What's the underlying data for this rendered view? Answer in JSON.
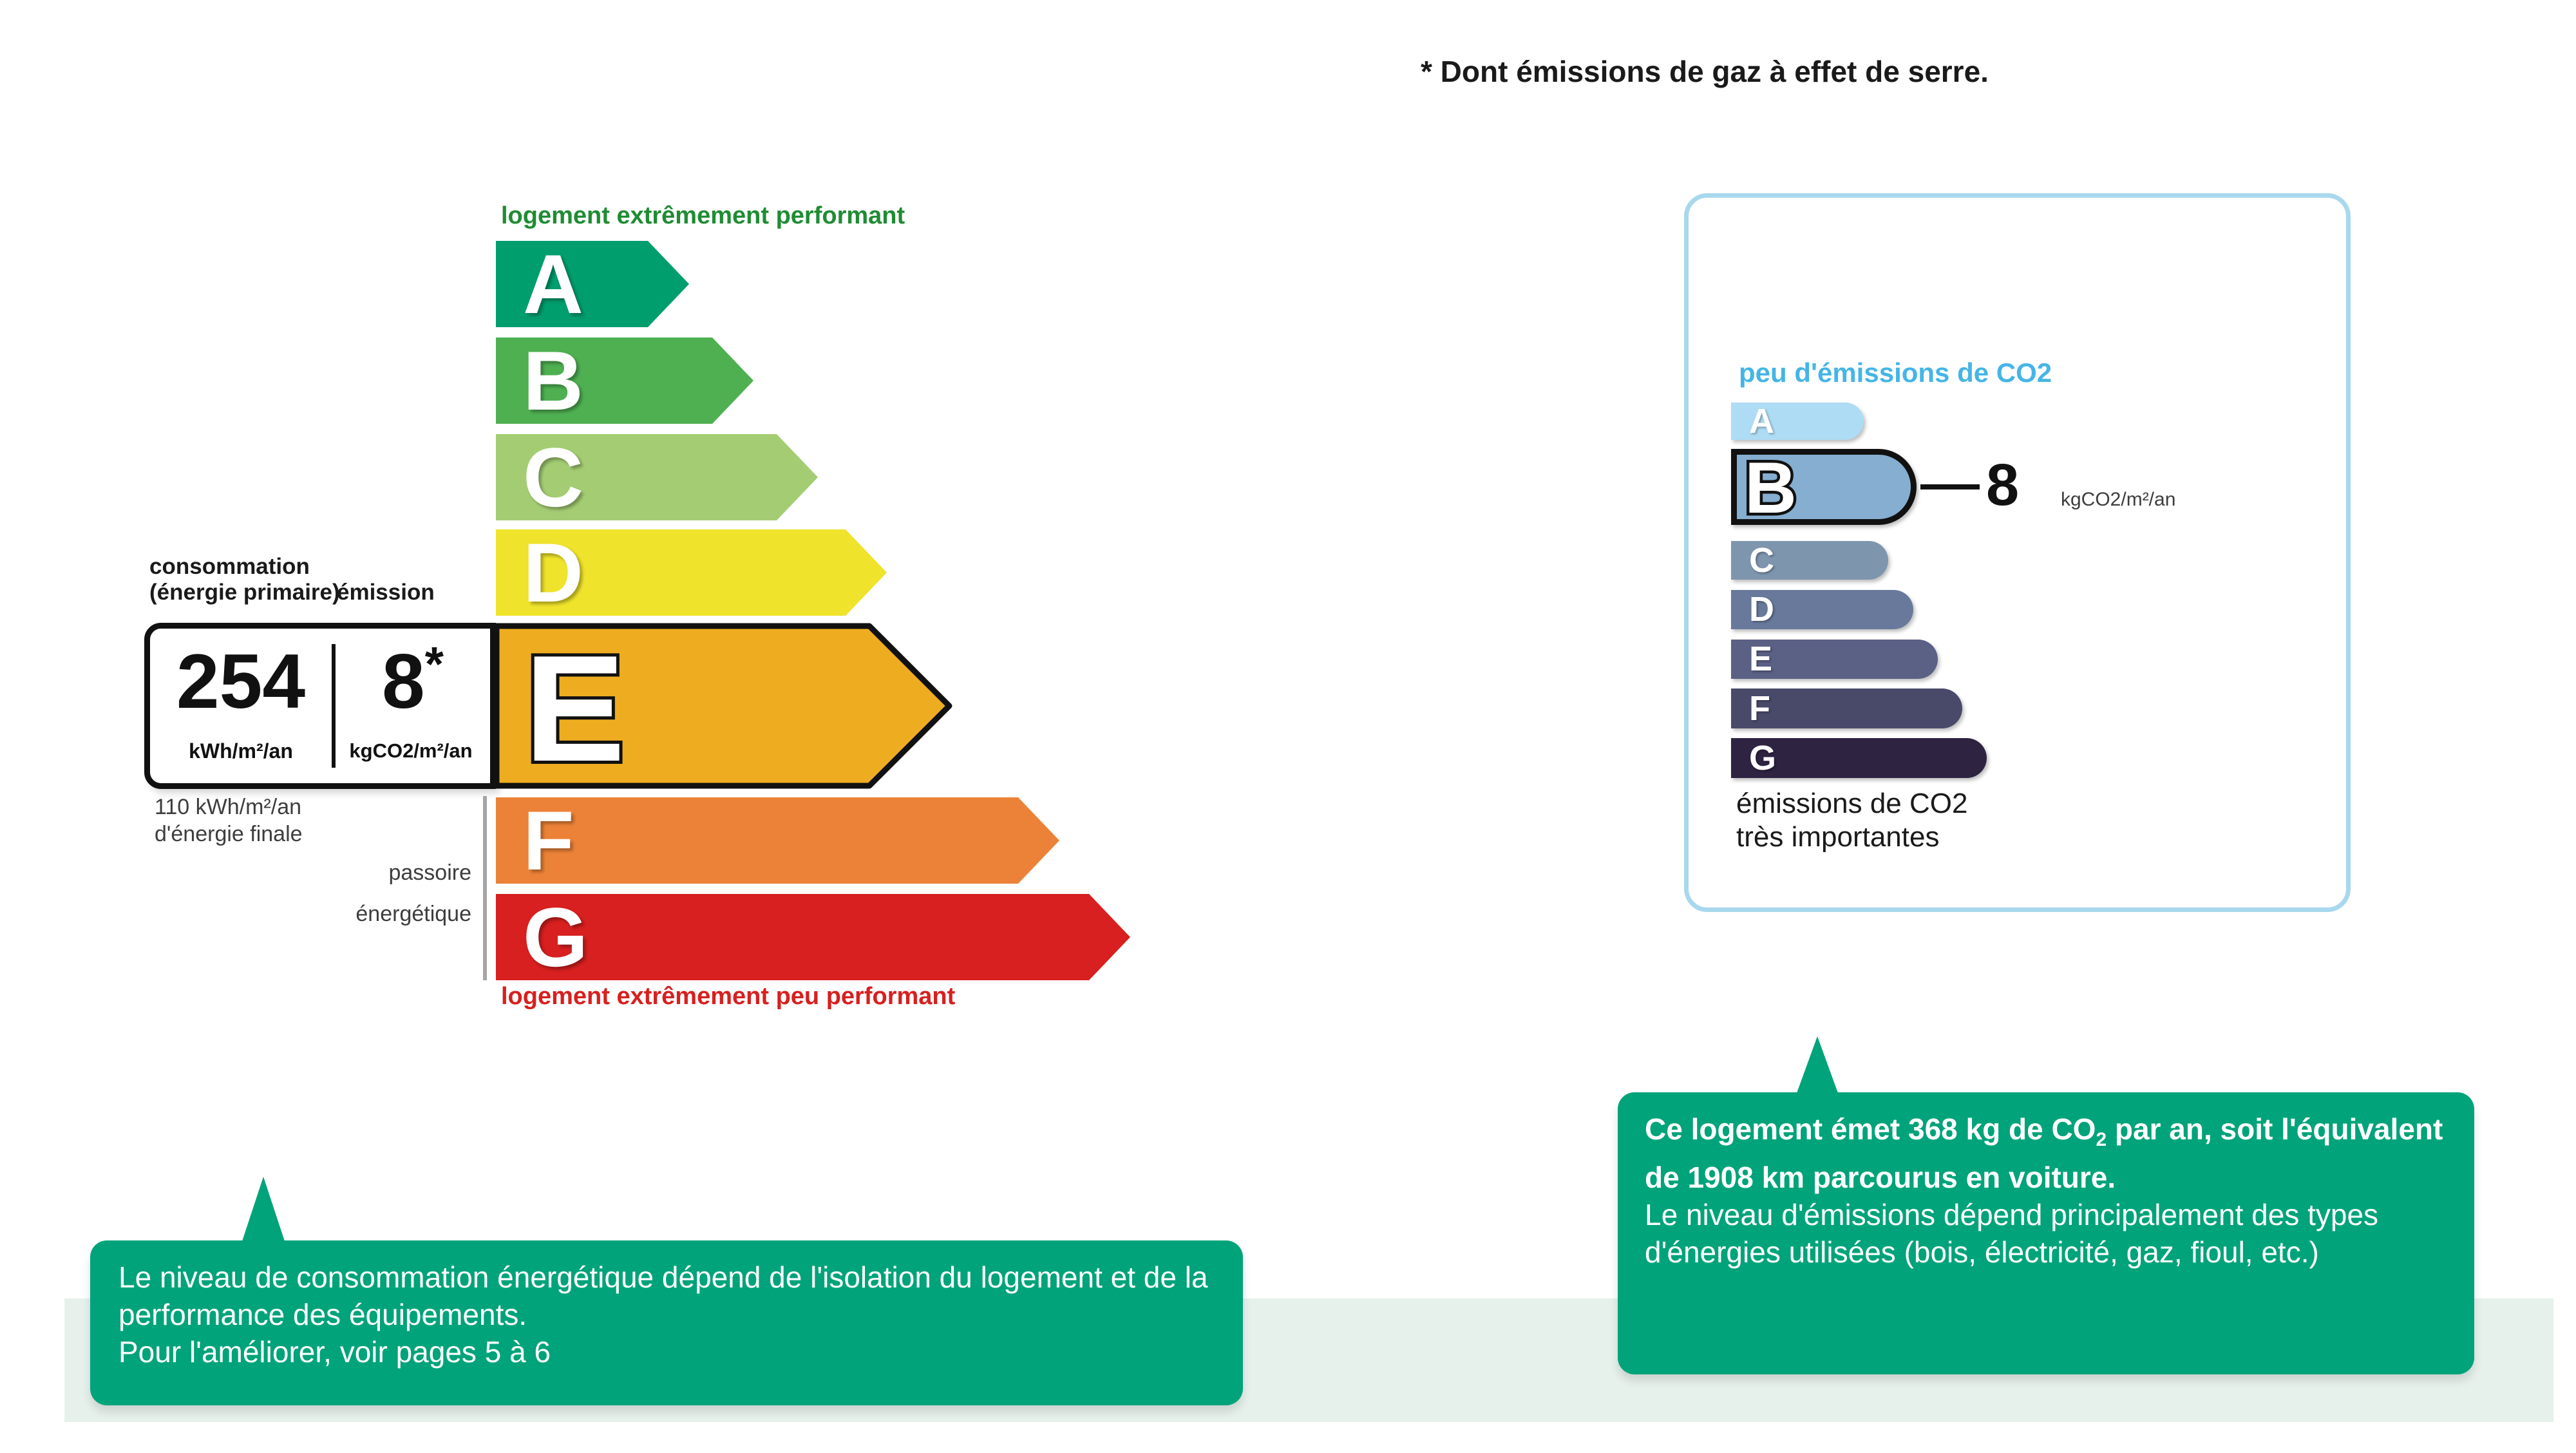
{
  "page": {
    "background": "#ffffff",
    "footer_band_color": "#E7F1EC"
  },
  "note_top": "* Dont émissions de gaz à effet de serre.",
  "energy_scale": {
    "title_top": "logement extrêmement performant",
    "title_top_color": "#1F8C33",
    "title_bottom": "logement extrêmement peu performant",
    "title_bottom_color": "#D7201F",
    "header": {
      "consumption_line1": "consommation",
      "consumption_line2": "(énergie primaire)",
      "emission": "émission"
    },
    "values": {
      "energy": "254",
      "energy_unit": "kWh/m²/an",
      "co2": "8",
      "co2_star": "*",
      "co2_unit": "kgCO2/m²/an"
    },
    "annotations": {
      "final_energy_line1": "110 kWh/m²/an",
      "final_energy_line2": "d'énergie finale",
      "sieve_line1": "passoire",
      "sieve_line2": "énergétique"
    },
    "grades": [
      {
        "letter": "A",
        "color": "#009E6D"
      },
      {
        "letter": "B",
        "color": "#4FB052"
      },
      {
        "letter": "C",
        "color": "#A4CD73"
      },
      {
        "letter": "D",
        "color": "#EFE32B"
      },
      {
        "letter": "E",
        "color": "#EEAD20",
        "selected": true
      },
      {
        "letter": "F",
        "color": "#EC8237"
      },
      {
        "letter": "G",
        "color": "#D7201F"
      }
    ]
  },
  "co2_scale": {
    "title": "peu d'émissions de CO2",
    "title_color": "#45B5E6",
    "border_color": "#A8D8EE",
    "value": "8",
    "value_unit": "kgCO2/m²/an",
    "footer_line1": "émissions de CO2",
    "footer_line2": "très importantes",
    "grades": [
      {
        "letter": "A",
        "color": "#AEDCF4"
      },
      {
        "letter": "B",
        "color": "#85AED1",
        "selected": true
      },
      {
        "letter": "C",
        "color": "#7E95AE"
      },
      {
        "letter": "D",
        "color": "#68799B"
      },
      {
        "letter": "E",
        "color": "#5B6085"
      },
      {
        "letter": "F",
        "color": "#494A6A"
      },
      {
        "letter": "G",
        "color": "#2F2342"
      }
    ]
  },
  "callout_left": {
    "color": "#00A37A",
    "text_line1": "Le niveau de consommation énergétique dépend de l'isolation du logement et de la performance des équipements.",
    "text_line2": "Pour l'améliorer, voir pages 5 à 6"
  },
  "callout_right": {
    "color": "#00A37A",
    "bold_part1": "Ce logement émet 368  kg de CO",
    "bold_sub": "2",
    "bold_part2": " par an, soit l'équivalent de 1908 km parcourus en voiture.",
    "regular_text": "Le niveau d'émissions dépend principalement des types d'énergies utilisées (bois, électricité, gaz, fioul, etc.)"
  }
}
